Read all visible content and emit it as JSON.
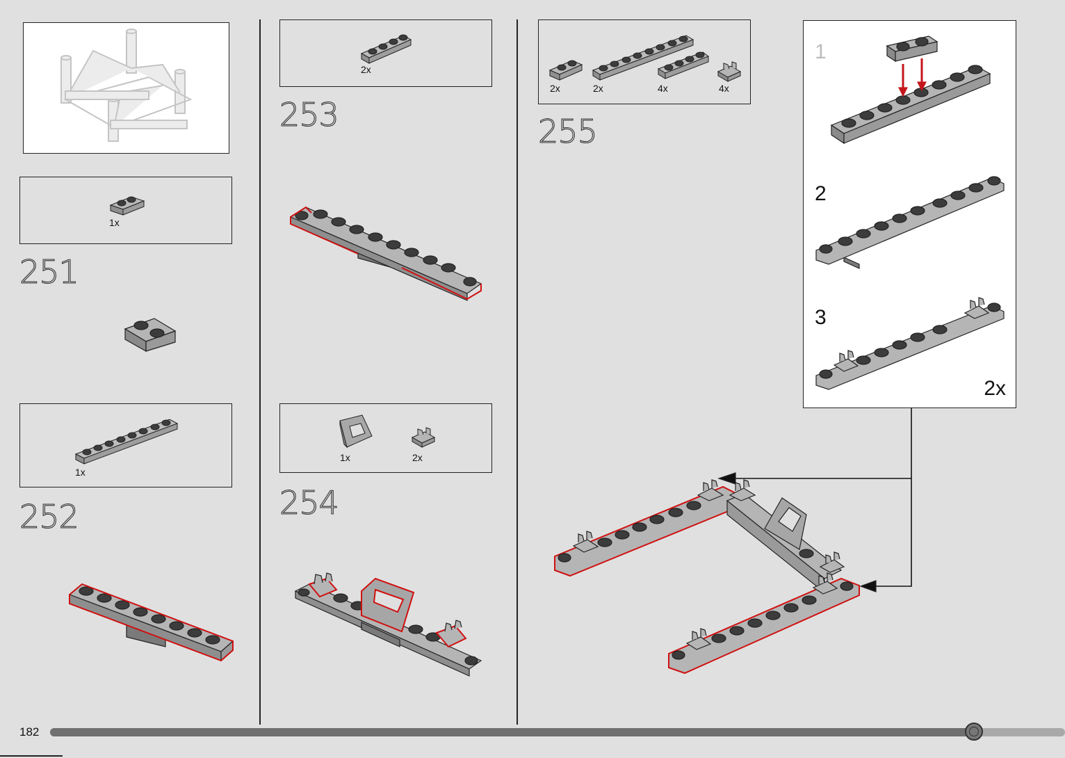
{
  "page": {
    "number": "182",
    "progress": 0.91
  },
  "overview": {
    "icon": "model-overview-illustration"
  },
  "steps": [
    {
      "number": "251",
      "parts": [
        {
          "icon": "plate-1x2-icon",
          "qty": "1x"
        }
      ]
    },
    {
      "number": "252",
      "parts": [
        {
          "icon": "plate-1x8-icon",
          "qty": "1x"
        }
      ]
    },
    {
      "number": "253",
      "parts": [
        {
          "icon": "plate-1x4-icon",
          "qty": "2x"
        }
      ]
    },
    {
      "number": "254",
      "parts": [
        {
          "icon": "slope-handle-icon",
          "qty": "1x"
        },
        {
          "icon": "clip-plate-icon",
          "qty": "2x"
        }
      ]
    },
    {
      "number": "255",
      "parts": [
        {
          "icon": "plate-1x2-icon",
          "qty": "2x"
        },
        {
          "icon": "plate-1x8-icon",
          "qty": "2x"
        },
        {
          "icon": "plate-1x4-icon",
          "qty": "4x"
        },
        {
          "icon": "clip-plate-icon",
          "qty": "4x"
        }
      ]
    }
  ],
  "subassembly": {
    "substeps": [
      "1",
      "2",
      "3"
    ],
    "multiplier": "2x"
  },
  "colors": {
    "brick_gray": "#a6a6a6",
    "stud_dark": "#3c3c3c",
    "highlight_red": "#d01010",
    "arrow_red": "#c4161c"
  }
}
